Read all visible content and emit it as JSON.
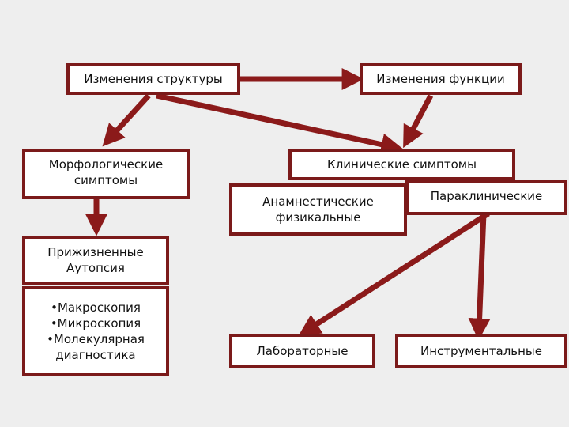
{
  "colors": {
    "box_border": "#7b1a1a",
    "arrow": "#8b1a1a",
    "background": "#eeeeee"
  },
  "nodes": {
    "structure": "Изменения структуры",
    "function": "Изменения функции",
    "morph_line1": "Морфологические",
    "morph_line2": "симптомы",
    "clinical": "Клинические симптомы",
    "anamnestic_line1": "Анамнестические",
    "anamnestic_line2": "физикальные",
    "paraclinical": "Параклинические",
    "lifetime_line1": "Прижизненные",
    "lifetime_line2": "Аутопсия",
    "methods": [
      "•Макроскопия",
      "•Микроскопия",
      "•Молекулярная",
      "диагностика"
    ],
    "laboratory": "Лабораторные",
    "instrumental": "Инструментальные"
  }
}
